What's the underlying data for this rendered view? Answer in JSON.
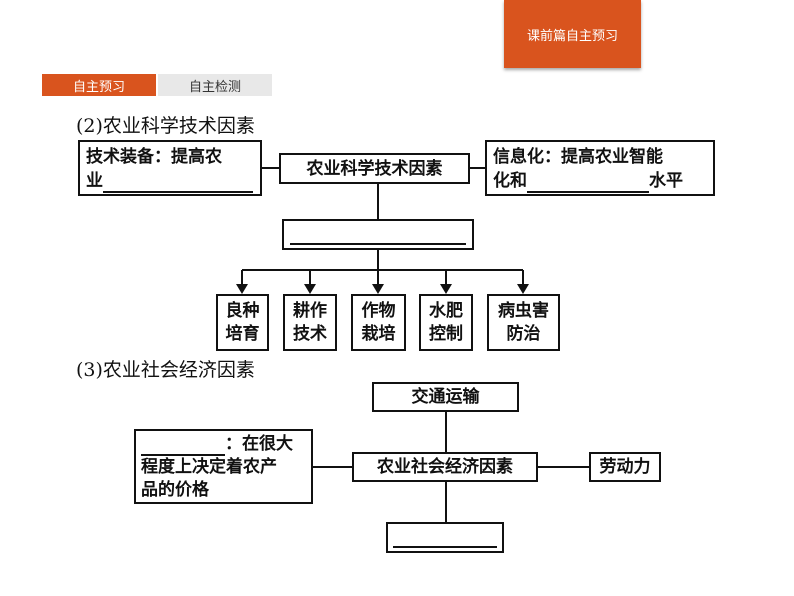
{
  "header": {
    "section_tab": "课前篇自主预习",
    "tabs": [
      "自主预习",
      "自主检测"
    ]
  },
  "tech": {
    "heading": "(2)农业科学技术因素",
    "center": "农业科学技术因素",
    "left_line1": "技术装备：提高农",
    "left_line2": "业",
    "right_line1": "信息化：提高农业智能",
    "right_line2a": "化和",
    "right_line2b": "水平",
    "children": [
      {
        "line1": "良种",
        "line2": "培育"
      },
      {
        "line1": "耕作",
        "line2": "技术"
      },
      {
        "line1": "作物",
        "line2": "栽培"
      },
      {
        "line1": "水肥",
        "line2": "控制"
      },
      {
        "line1": "病虫害",
        "line2": "防治"
      }
    ]
  },
  "econ": {
    "heading": "(3)农业社会经济因素",
    "center": "农业社会经济因素",
    "top": "交通运输",
    "right": "劳动力",
    "left_line1": "：在很大",
    "left_line2": "程度上决定着农产",
    "left_line3": "品的价格"
  }
}
